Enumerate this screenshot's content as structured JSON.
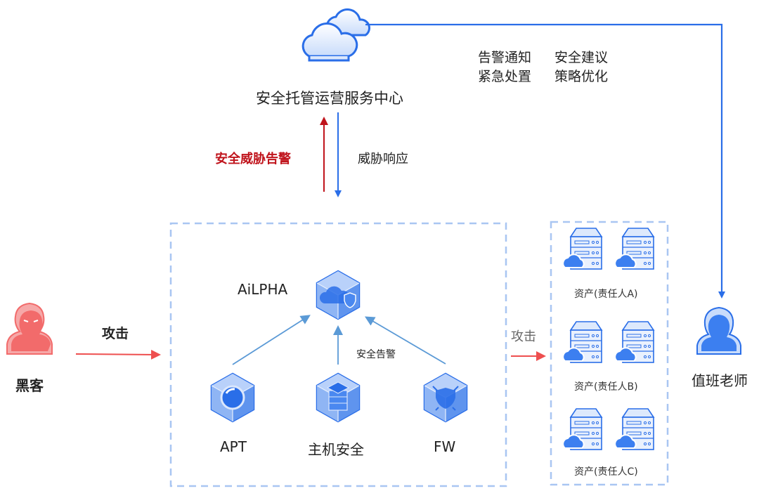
{
  "colors": {
    "blue": "#2a6ee8",
    "light_blue": "#5b9ad6",
    "dash_blue": "#a9c6f2",
    "red": "#c0141c",
    "attack_red": "#ee4f4f",
    "hacker_red": "#f26b6b"
  },
  "service_center": {
    "label": "安全托管运营服务中心",
    "icon": "cloud-icon"
  },
  "ops_services": {
    "row1": [
      "告警通知",
      "安全建议"
    ],
    "row2": [
      "紧急处置",
      "策略优化"
    ]
  },
  "flows": {
    "security_alert": "安全威胁告警",
    "threat_response": "威胁响应"
  },
  "hacker": {
    "label": "黑客",
    "attack_label": "攻击",
    "icon": "hacker-icon"
  },
  "platform": {
    "core": {
      "label": "AiLPHA",
      "icon": "cloud-shield-cube-icon"
    },
    "alert_label": "安全告警",
    "nodes": [
      {
        "label": "APT",
        "icon": "apt-cube-icon"
      },
      {
        "label": "主机安全",
        "icon": "host-security-cube-icon"
      },
      {
        "label": "FW",
        "icon": "firewall-cube-icon"
      }
    ]
  },
  "assets": {
    "attack_label": "攻击",
    "groups": [
      {
        "label": "资产(责任人A)"
      },
      {
        "label": "资产(责任人B)"
      },
      {
        "label": "资产(责任人C)"
      }
    ]
  },
  "teacher": {
    "label": "值班老师",
    "icon": "person-icon"
  }
}
